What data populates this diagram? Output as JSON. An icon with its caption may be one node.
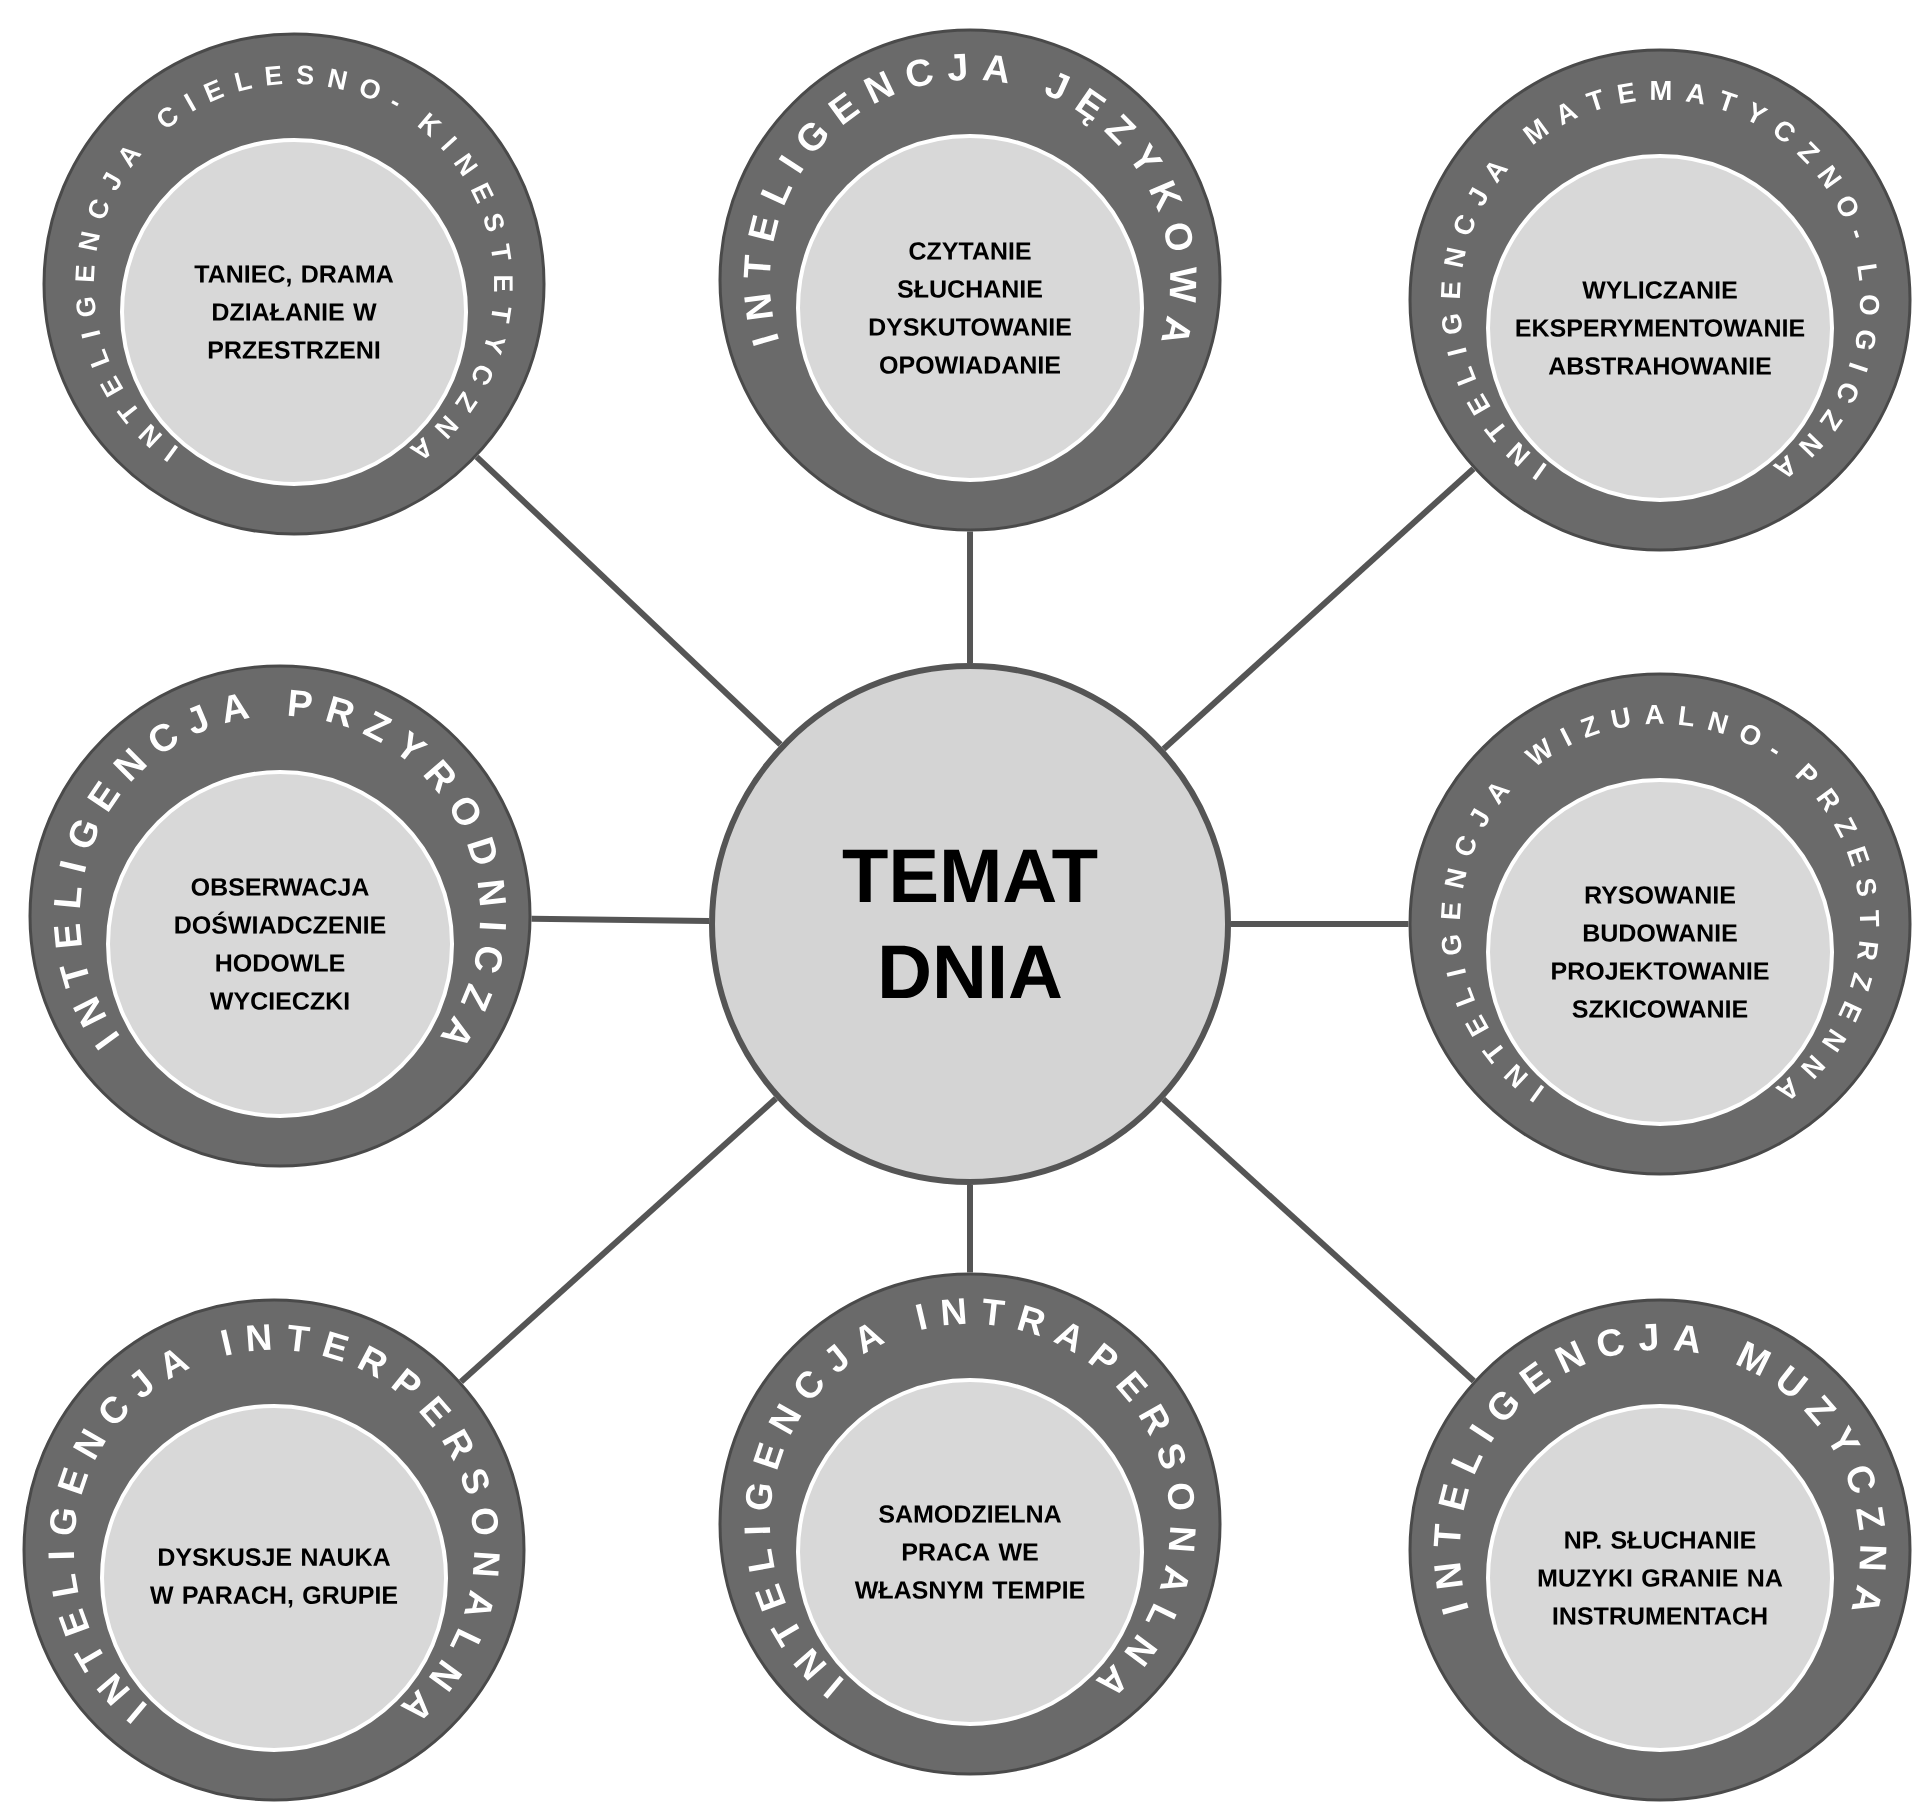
{
  "diagram": {
    "nodes": [
      {
        "text": [
          "INTELIGENCJA CIELESNO-KINESTETYCZNA",
          "TANIEC, DRAMA DZIAŁANIE W PRZESTRZENI"
        ]
      },
      {
        "text": [
          "INTELIGENCJA JĘZYKOWA",
          "CZYTANIE SŁUCHANIE DYSKUTOWANIE OPOWIADANIE"
        ]
      },
      {
        "text": [
          "INTELIGENCJA MATEMATYCZNO-LOGICZNA",
          "WYLICZANIE EKSPERYMENTOWANIE ABSTRAHOWANIE"
        ]
      },
      {
        "text": [
          "INTELIGENCJA PRZYRODNICZA",
          "OBSERWACJA DOŚWIADCZENIE HODOWLE WYCIECZKI"
        ]
      },
      {
        "text": [
          "TEMAT DNIA"
        ]
      },
      {
        "text": [
          "INTELIGENCJA WIZUALNO-PRZESTRZENNA",
          "RYSOWANIE BUDOWANIE PROJEKTOWANIE SZKICOWANIE"
        ]
      },
      {
        "text": [
          "INTELIGENCJA INTERPERSONALNA",
          "DYSKUSJE NAUKA W PARACH, GRUPIE"
        ]
      },
      {
        "text": [
          "INTELIGENCJA INTRAPERSONALNA",
          "SAMODZIELNA PRACA WE WŁASNYM TEMPIE"
        ]
      },
      {
        "text": [
          "INTELIGENCJA MUZYCZNA",
          "NP. SŁUCHANIE MUZYKI GRANIE NA INSTRUMENTACH"
        ]
      }
    ],
    "edges": [
      {
        "from": 4,
        "to": 0,
        "arrow": "none"
      },
      {
        "from": 4,
        "to": 1,
        "arrow": "none"
      },
      {
        "from": 4,
        "to": 2,
        "arrow": "none"
      },
      {
        "from": 4,
        "to": 3,
        "arrow": "none"
      },
      {
        "from": 4,
        "to": 5,
        "arrow": "none"
      },
      {
        "from": 4,
        "to": 6,
        "arrow": "none"
      },
      {
        "from": 4,
        "to": 7,
        "arrow": "none"
      },
      {
        "from": 4,
        "to": 8,
        "arrow": "none"
      }
    ]
  }
}
